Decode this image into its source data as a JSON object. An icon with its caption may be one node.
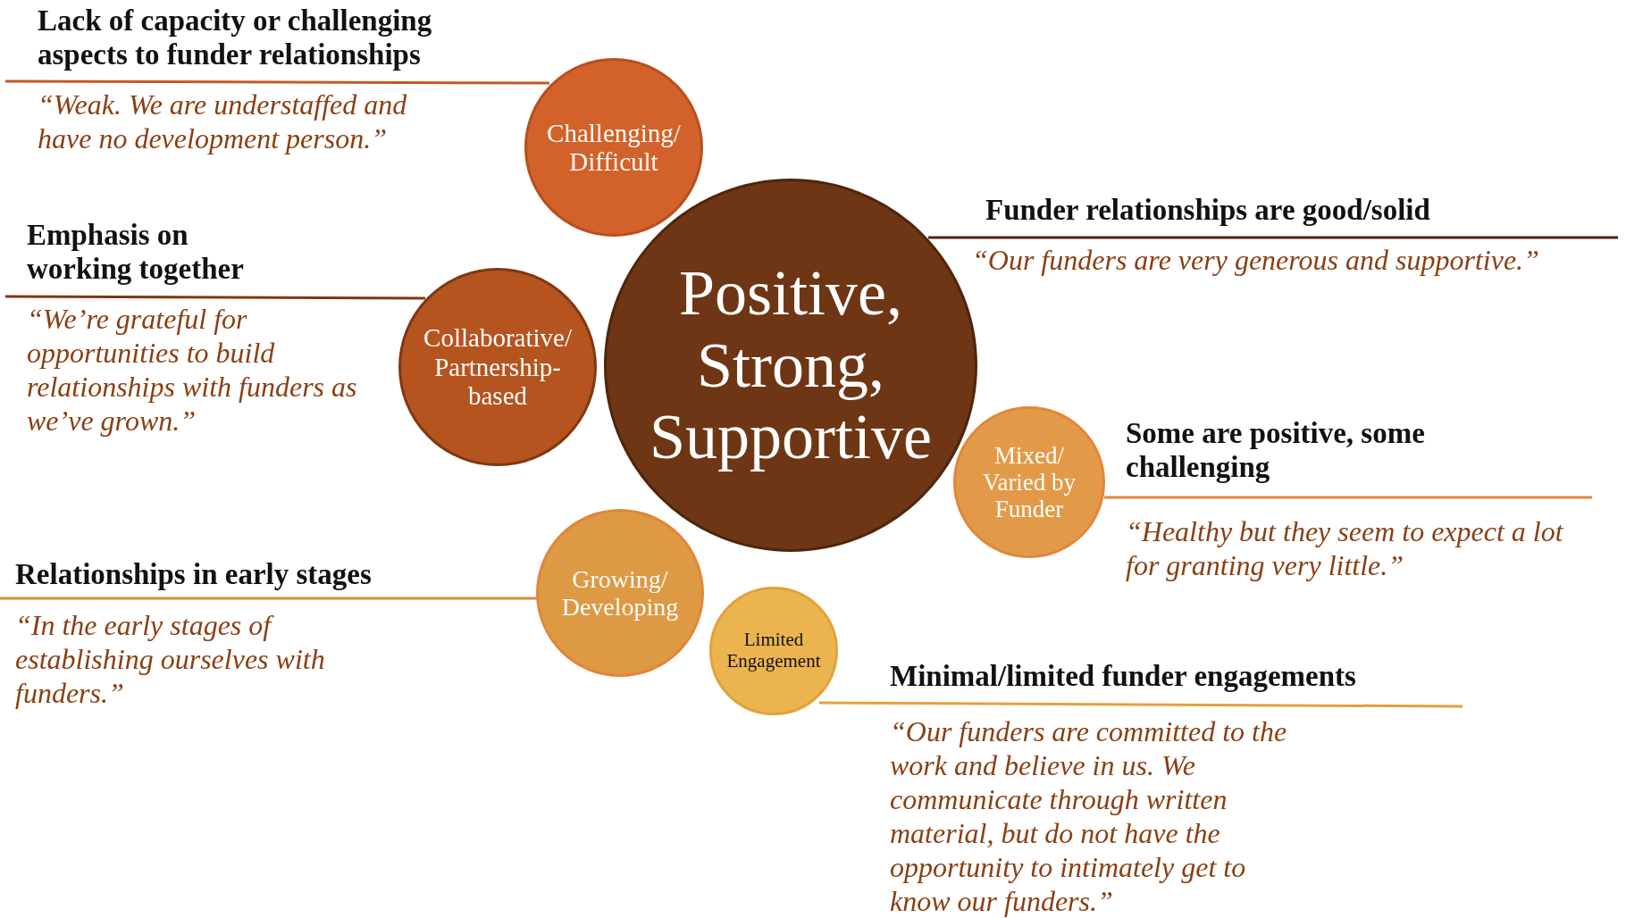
{
  "diagram": {
    "nodes": [
      {
        "text": [
          "Challenging/ Difficult"
        ],
        "beside": [
          "Lack of capacity or challenging aspects to funder relationships",
          "“Weak. We are understaffed and have no development person.”"
        ]
      },
      {
        "text": [
          "Positive, Strong, Supportive"
        ],
        "beside": [
          "Funder relationships are good/solid",
          "“Our funders are very generous and supportive.”"
        ]
      },
      {
        "text": [
          "Collaborative/ Partnership-based"
        ],
        "beside": [
          "Emphasis on working together",
          "“We’re grateful for opportunities to build relationships with funders as we’ve grown.”"
        ]
      },
      {
        "text": [
          "Mixed/ Varied by Funder"
        ],
        "beside": [
          "Some are positive, some challenging",
          "“Healthy but they seem to expect a lot for granting very little.”"
        ]
      },
      {
        "text": [
          "Growing/ Developing"
        ],
        "beside": [
          "Relationships in early stages",
          "“In the early stages of establishing ourselves with funders.”"
        ]
      },
      {
        "text": [
          "Limited Engagement"
        ],
        "beside": [
          "Minimal/limited funder engagements",
          "“Our funders are committed to the work and believe in us. We communicate through written material, but do not have the opportunity to intimately get to know our funders.”"
        ]
      }
    ],
    "edges": []
  }
}
